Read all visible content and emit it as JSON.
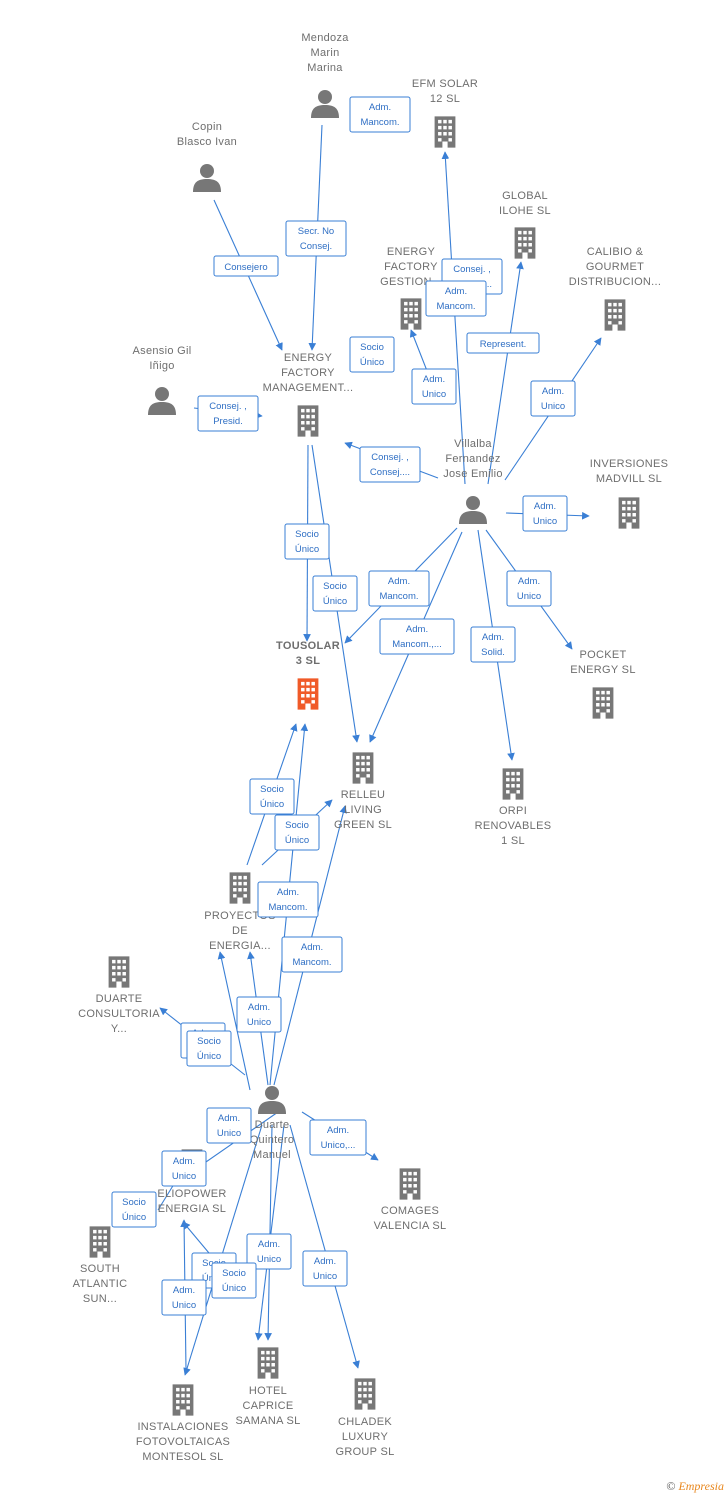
{
  "colors": {
    "edge": "#3a7fd5",
    "node": "#777777",
    "focus": "#f05a28",
    "label": "#6e6e6e"
  },
  "nodes": [
    {
      "id": "mendoza",
      "type": "person",
      "lines": [
        "Mendoza",
        "Marin",
        "Marina"
      ]
    },
    {
      "id": "copin",
      "type": "person",
      "lines": [
        "Copin",
        "Blasco Ivan"
      ]
    },
    {
      "id": "asensio",
      "type": "person",
      "lines": [
        "Asensio Gil",
        "Iñigo"
      ]
    },
    {
      "id": "villalba",
      "type": "person",
      "lines": [
        "Villalba",
        "Fernandez",
        "Jose Emilio"
      ]
    },
    {
      "id": "duarte_q",
      "type": "person",
      "lines": [
        "Duarte",
        "Quintero",
        "Manuel"
      ]
    },
    {
      "id": "efm",
      "type": "company",
      "lines": [
        "EFM SOLAR",
        "12  SL"
      ]
    },
    {
      "id": "global",
      "type": "company",
      "lines": [
        "GLOBAL",
        "ILOHE  SL"
      ]
    },
    {
      "id": "energy_gestion",
      "type": "company",
      "lines": [
        "ENERGY",
        "FACTORY",
        "GESTION..."
      ]
    },
    {
      "id": "calibio",
      "type": "company",
      "lines": [
        "CALIBIO &",
        "GOURMET",
        "DISTRIBUCION..."
      ]
    },
    {
      "id": "energy_mgmt",
      "type": "company",
      "lines": [
        "ENERGY",
        "FACTORY",
        "MANAGEMENT..."
      ]
    },
    {
      "id": "inversiones",
      "type": "company",
      "lines": [
        "INVERSIONES",
        "MADVILL  SL"
      ]
    },
    {
      "id": "tousolar",
      "type": "company",
      "focus": true,
      "lines": [
        "TOUSOLAR",
        "3  SL"
      ]
    },
    {
      "id": "pocket",
      "type": "company",
      "lines": [
        "POCKET",
        "ENERGY  SL"
      ]
    },
    {
      "id": "relleu",
      "type": "company",
      "lines": [
        "RELLEU",
        "LIVING",
        "GREEN  SL"
      ]
    },
    {
      "id": "orpi",
      "type": "company",
      "lines": [
        "ORPI",
        "RENOVABLES",
        "1  SL"
      ]
    },
    {
      "id": "proyectos",
      "type": "company",
      "lines": [
        "PROYECTOS",
        "DE",
        "ENERGIA..."
      ]
    },
    {
      "id": "duarte_c",
      "type": "company",
      "lines": [
        "DUARTE",
        "CONSULTORIA",
        "Y..."
      ]
    },
    {
      "id": "eliopower",
      "type": "company",
      "lines": [
        "ELIOPOWER",
        "ENERGIA  SL"
      ]
    },
    {
      "id": "comages",
      "type": "company",
      "lines": [
        "COMAGES",
        "VALENCIA SL"
      ]
    },
    {
      "id": "south",
      "type": "company",
      "lines": [
        "SOUTH",
        "ATLANTIC",
        "SUN..."
      ]
    },
    {
      "id": "hotel",
      "type": "company",
      "lines": [
        "HOTEL",
        "CAPRICE",
        "SAMANA  SL"
      ]
    },
    {
      "id": "instalaciones",
      "type": "company",
      "lines": [
        "INSTALACIONES",
        "FOTOVOLTAICAS",
        "MONTESOL  SL"
      ]
    },
    {
      "id": "chladek",
      "type": "company",
      "lines": [
        "CHLADEK",
        "LUXURY",
        "GROUP  SL"
      ]
    }
  ],
  "roles": [
    {
      "id": "r1",
      "lines": [
        "Adm.",
        "Mancom."
      ]
    },
    {
      "id": "r2",
      "lines": [
        "Secr.  No",
        "Consej."
      ]
    },
    {
      "id": "r3",
      "lines": [
        "Consejero"
      ]
    },
    {
      "id": "r4",
      "lines": [
        "Consej. ,",
        "Presid."
      ]
    },
    {
      "id": "r5",
      "lines": [
        "Consej. ,",
        "Consej...."
      ]
    },
    {
      "id": "r6",
      "lines": [
        "Adm.",
        "Mancom."
      ]
    },
    {
      "id": "r7",
      "lines": [
        "Socio",
        "Único"
      ]
    },
    {
      "id": "r8",
      "lines": [
        "Adm.",
        "Unico"
      ]
    },
    {
      "id": "r9",
      "lines": [
        "Represent."
      ]
    },
    {
      "id": "r10",
      "lines": [
        "Adm.",
        "Unico"
      ]
    },
    {
      "id": "r11",
      "lines": [
        "Consej. ,",
        "Consej...."
      ]
    },
    {
      "id": "r12",
      "lines": [
        "Adm.",
        "Unico"
      ]
    },
    {
      "id": "r13",
      "lines": [
        "Socio",
        "Único"
      ]
    },
    {
      "id": "r14",
      "lines": [
        "Socio",
        "Único"
      ]
    },
    {
      "id": "r15",
      "lines": [
        "Adm.",
        "Mancom."
      ]
    },
    {
      "id": "r16",
      "lines": [
        "Adm.",
        "Mancom.,..."
      ]
    },
    {
      "id": "r17",
      "lines": [
        "Adm.",
        "Unico"
      ]
    },
    {
      "id": "r18",
      "lines": [
        "Adm.",
        "Solid."
      ]
    },
    {
      "id": "r19",
      "lines": [
        "Socio",
        "Único"
      ]
    },
    {
      "id": "r20",
      "lines": [
        "Socio",
        "Único"
      ]
    },
    {
      "id": "r21",
      "lines": [
        "Adm.",
        "Mancom."
      ]
    },
    {
      "id": "r22",
      "lines": [
        "Adm.",
        "Mancom."
      ]
    },
    {
      "id": "r23",
      "lines": [
        "Adm.",
        "Unico"
      ]
    },
    {
      "id": "r24",
      "lines": [
        "Adm.",
        "Unico"
      ]
    },
    {
      "id": "r25",
      "lines": [
        "Socio",
        "Único"
      ]
    },
    {
      "id": "r26",
      "lines": [
        "Adm.",
        "Unico"
      ]
    },
    {
      "id": "r27",
      "lines": [
        "Adm.",
        "Unico,..."
      ]
    },
    {
      "id": "r28",
      "lines": [
        "Adm.",
        "Unico"
      ]
    },
    {
      "id": "r29",
      "lines": [
        "Socio",
        "Único"
      ]
    },
    {
      "id": "r30",
      "lines": [
        "Adm.",
        "Unico"
      ]
    },
    {
      "id": "r31",
      "lines": [
        "Adm.",
        "Unico"
      ]
    },
    {
      "id": "r32",
      "lines": [
        "Socio",
        "Único"
      ]
    },
    {
      "id": "r33",
      "lines": [
        "Socio",
        "Único"
      ]
    },
    {
      "id": "r34",
      "lines": [
        "Adm.",
        "Unico"
      ]
    }
  ],
  "credit": {
    "symbol": "©",
    "brand": "Empresia"
  }
}
